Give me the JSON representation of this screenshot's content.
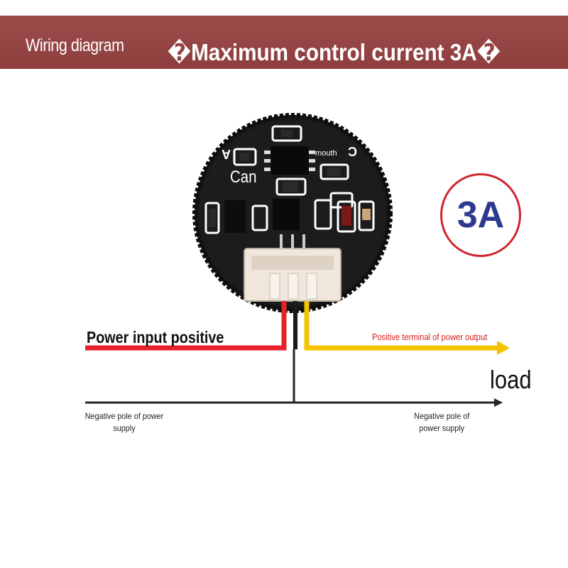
{
  "banner": {
    "left_label": "Wiring diagram",
    "title": "�Maximum control current 3A�"
  },
  "badge": {
    "text": "3A"
  },
  "board": {
    "silk_can": "Can",
    "silk_mouth": "mouth",
    "silk_a": "A",
    "silk_c": "C"
  },
  "wiring": {
    "power_input_positive": "Power input positive",
    "power_output_positive": "Positive terminal of power output",
    "load": "load",
    "negative_supply_left": "Negative pole of power supply",
    "negative_supply_right": "Negative pole of power supply"
  },
  "colors": {
    "banner": "#923f3f",
    "wire_red": "#e8202a",
    "wire_yellow": "#f5c400",
    "wire_black": "#2a2320",
    "badge_ring": "#d0262e",
    "badge_text": "#2d3990",
    "output_label": "#d91f1f"
  }
}
